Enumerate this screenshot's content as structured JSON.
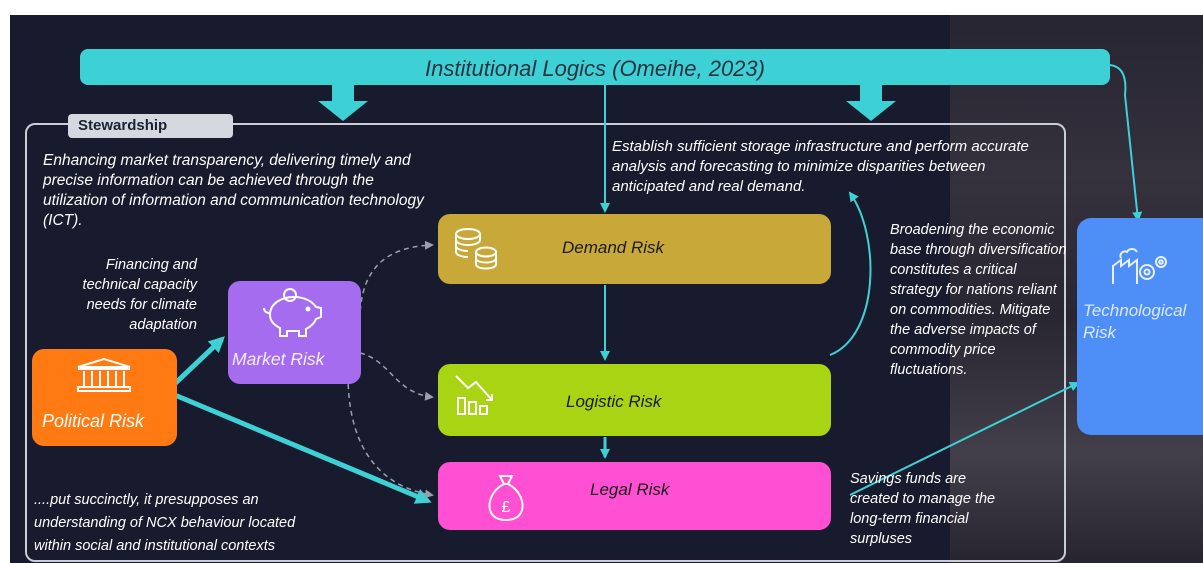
{
  "banner": {
    "title": "Institutional Logics (Omeihe, 2023)"
  },
  "stewardship": {
    "label": "Stewardship"
  },
  "texts": {
    "ict": "Enhancing market transparency, delivering timely and precise information can be achieved through the utilization of information and communication technology (ICT).",
    "storage": "Establish sufficient storage infrastructure and perform accurate analysis and forecasting to minimize disparities between anticipated and real demand.",
    "financing": "Financing and technical capacity needs for climate adaptation",
    "diversification": "Broadening the economic base through diversification constitutes a critical strategy for nations reliant on commodities. Mitigate the adverse impacts of commodity price fluctuations.",
    "ncx": "....put succinctly, it presupposes an understanding of NCX behaviour located within social and institutional contexts",
    "savings": "Savings funds are created to manage the long-term financial surpluses"
  },
  "risks": {
    "demand": "Demand Risk",
    "market": "Market Risk",
    "logistic": "Logistic Risk",
    "legal": "Legal Risk",
    "political": "Political Risk",
    "technological": "Technological Risk"
  },
  "colors": {
    "background": "#181b2e",
    "banner": "#3dd1d6",
    "demand": "#c9a83a",
    "market": "#a56cf0",
    "logistic": "#a8d413",
    "legal": "#ff4fd2",
    "political": "#ff7a12",
    "technological": "#4d8ff7"
  },
  "icons": {
    "demand": "coins-icon",
    "market": "piggy-bank-icon",
    "logistic": "declining-chart-icon",
    "legal": "money-bag-icon",
    "political": "bank-building-icon",
    "technological": "factory-gears-icon"
  }
}
